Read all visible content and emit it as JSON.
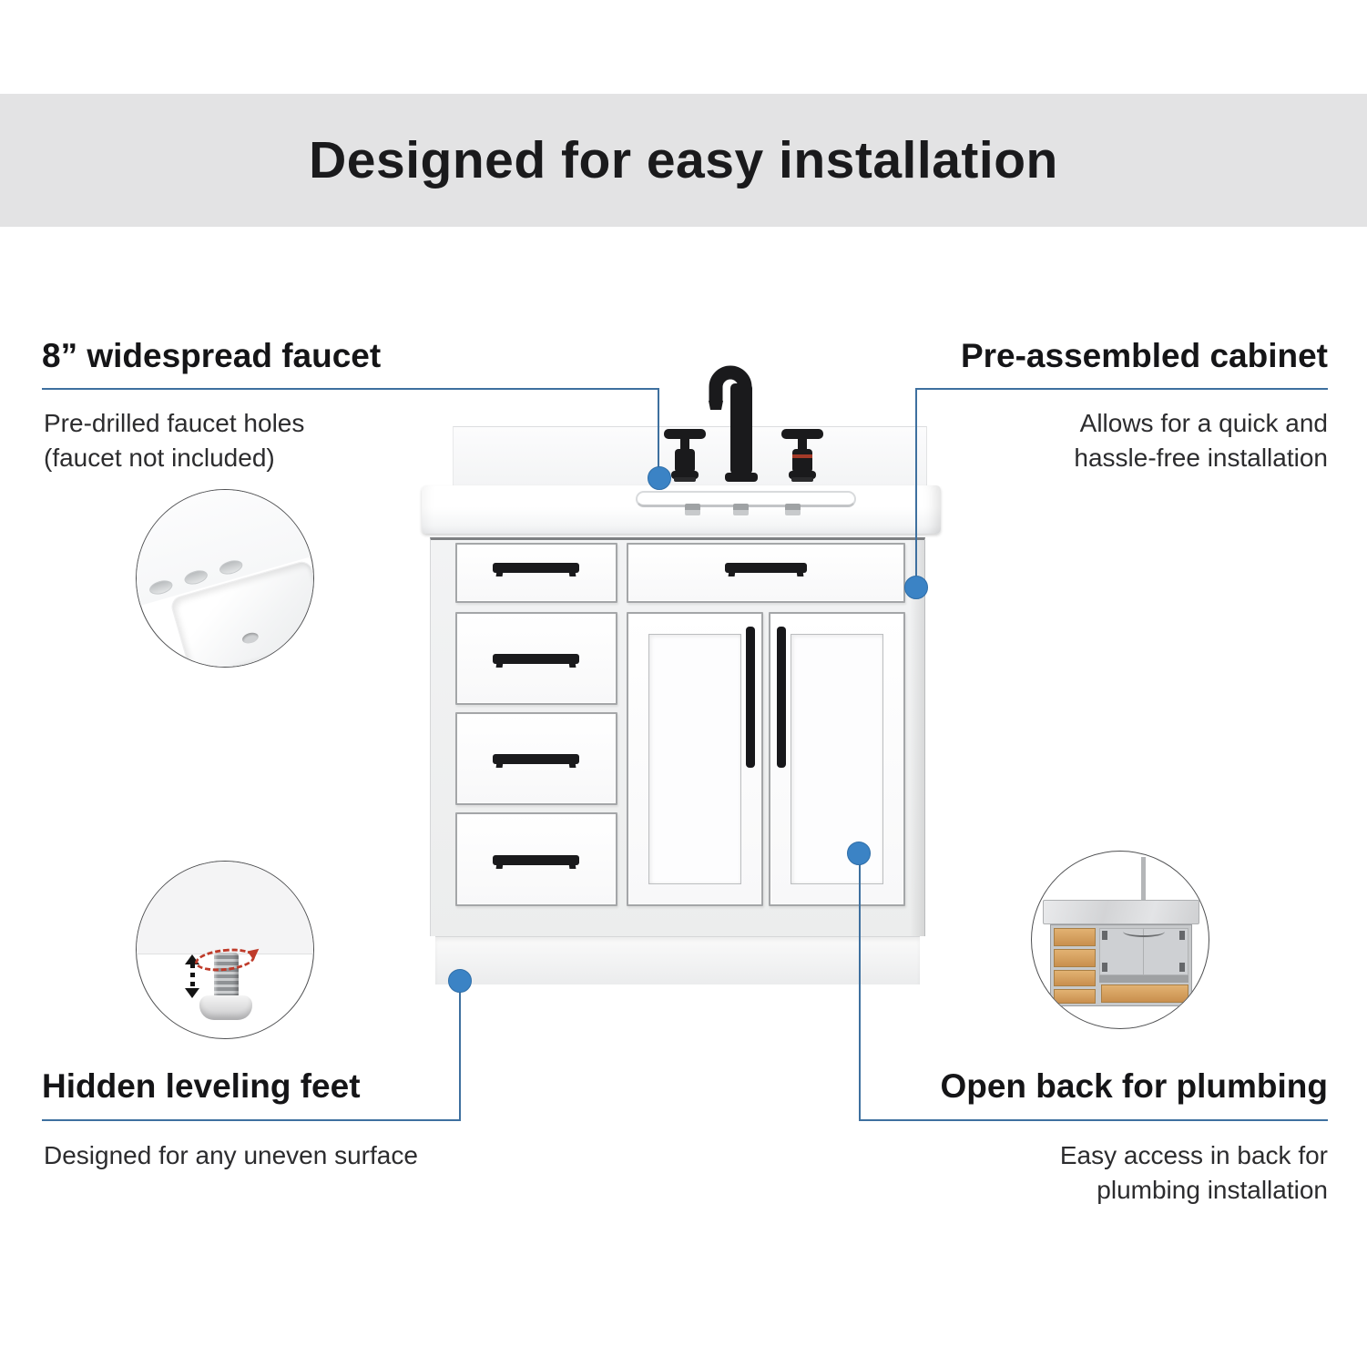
{
  "title": "Designed for easy installation",
  "callouts": {
    "faucet": {
      "title": "8” widespread faucet",
      "body_line1": "Pre-drilled faucet holes",
      "body_line2": "(faucet not included)"
    },
    "cabinet": {
      "title": "Pre-assembled cabinet",
      "body_line1": "Allows for  a quick and",
      "body_line2": "hassle-free installation"
    },
    "feet": {
      "title": "Hidden leveling feet",
      "body_line1": "Designed for any uneven surface"
    },
    "plumbing": {
      "title": "Open back for plumbing",
      "body_line1": "Easy access in back for",
      "body_line2": "plumbing installation"
    }
  },
  "colors": {
    "banner_bg": "#e3e3e4",
    "heading_text": "#151517",
    "body_text": "#2c2c2e",
    "connector_line": "#3e709f",
    "connector_dot": "#3b83c5",
    "faucet_black": "#1a1a1c",
    "rotation_arrow_red": "#bf3b2a",
    "drawer_wood": "#d9a766"
  }
}
